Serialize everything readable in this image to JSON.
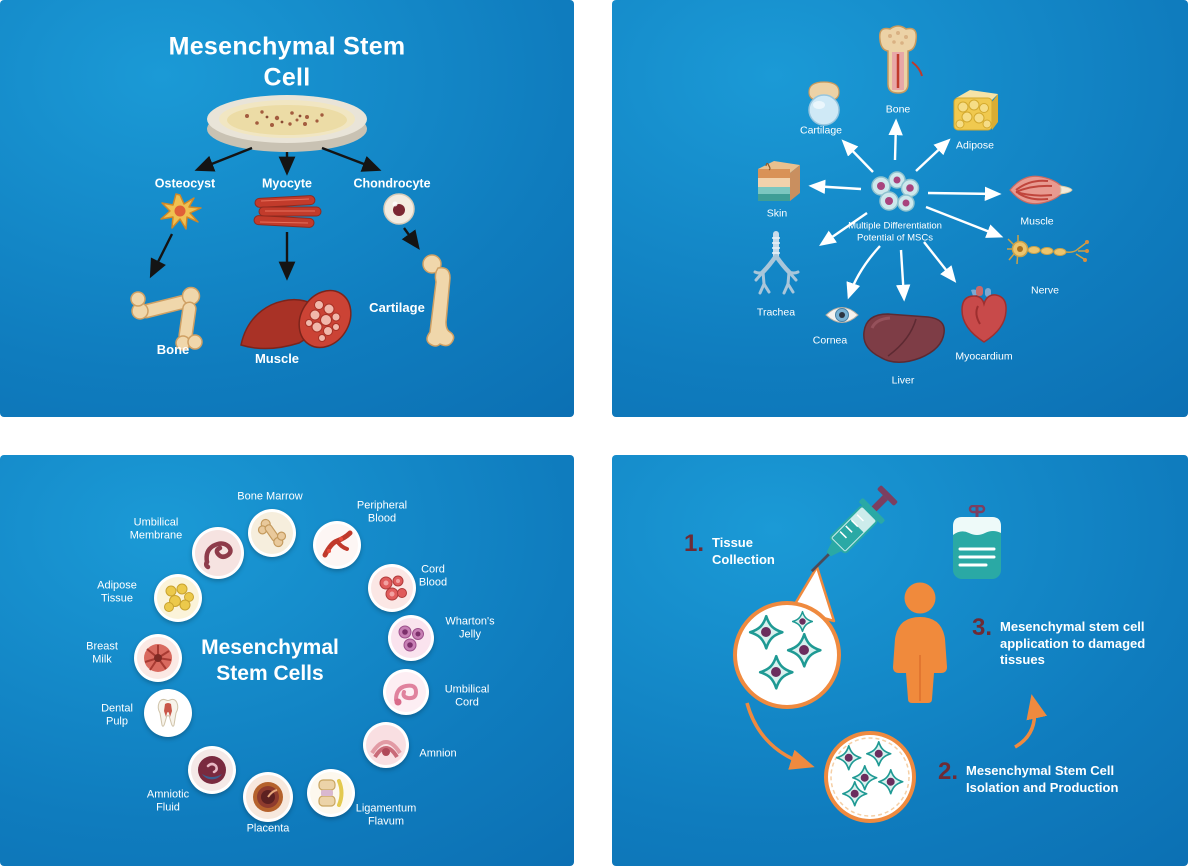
{
  "colors": {
    "panel_background_top": "#1b9ad6",
    "panel_background_bottom": "#0a69ad",
    "accent_orange": "#ef8a3f",
    "accent_teal": "#2aa9a5",
    "accent_purple": "#7b3f61",
    "step_number_maroon": "#6e2b35",
    "arrow_black": "#1a1a1a",
    "arrow_white": "#ffffff"
  },
  "panel1": {
    "title": "Mesenchymal Stem Cell",
    "source_icon": "petri-dish",
    "cells": [
      {
        "label": "Osteocyst",
        "icon": "osteocyte-cell"
      },
      {
        "label": "Myocyte",
        "icon": "muscle-fiber-cell"
      },
      {
        "label": "Chondrocyte",
        "icon": "chondrocyte-cell"
      }
    ],
    "tissues": [
      {
        "label": "Bone",
        "icon": "bone-joint"
      },
      {
        "label": "Muscle",
        "icon": "muscle-bundle"
      },
      {
        "label": "Cartilage",
        "icon": "femur-bone"
      }
    ]
  },
  "panel2": {
    "center_label": "Multiple Differentiation\nPotential of MSCs",
    "center_icon": "stem-cell-cluster",
    "targets": [
      {
        "label": "Bone",
        "icon": "bone-cross-section"
      },
      {
        "label": "Cartilage",
        "icon": "cartilage-joint"
      },
      {
        "label": "Adipose",
        "icon": "adipose-tissue-block"
      },
      {
        "label": "Skin",
        "icon": "skin-layers-block"
      },
      {
        "label": "Muscle",
        "icon": "muscle-tissue"
      },
      {
        "label": "Trachea",
        "icon": "bronchial-tree"
      },
      {
        "label": "Nerve",
        "icon": "neuron"
      },
      {
        "label": "Cornea",
        "icon": "eye"
      },
      {
        "label": "Liver",
        "icon": "liver"
      },
      {
        "label": "Myocardium",
        "icon": "heart"
      }
    ]
  },
  "panel3": {
    "center_label": "Mesenchymal\nStem Cells",
    "sources": [
      {
        "label": "Bone Marrow",
        "icon": "bone"
      },
      {
        "label": "Peripheral\nBlood",
        "icon": "blood-vessel"
      },
      {
        "label": "Cord\nBlood",
        "icon": "red-blood-cells"
      },
      {
        "label": "Wharton's\nJelly",
        "icon": "jelly-cells"
      },
      {
        "label": "Umbilical\nCord",
        "icon": "coiled-cord"
      },
      {
        "label": "Amnion",
        "icon": "membrane-layers"
      },
      {
        "label": "Ligamentum\nFlavum",
        "icon": "vertebrae-ligament"
      },
      {
        "label": "Placenta",
        "icon": "placenta-rings"
      },
      {
        "label": "Amniotic\nFluid",
        "icon": "amniotic-sac"
      },
      {
        "label": "Dental\nPulp",
        "icon": "tooth"
      },
      {
        "label": "Breast\nMilk",
        "icon": "mammary-gland"
      },
      {
        "label": "Adipose\nTissue",
        "icon": "fat-cells"
      },
      {
        "label": "Umbilical\nMembrane",
        "icon": "cord-membrane"
      }
    ]
  },
  "panel4": {
    "steps": [
      {
        "number": "1.",
        "label": "Tissue\nCollection"
      },
      {
        "number": "2.",
        "label": "Mesenchymal Stem Cell\nIsolation and Production"
      },
      {
        "number": "3.",
        "label": "Mesenchymal stem cell\napplication to damaged\ntissues"
      }
    ]
  }
}
